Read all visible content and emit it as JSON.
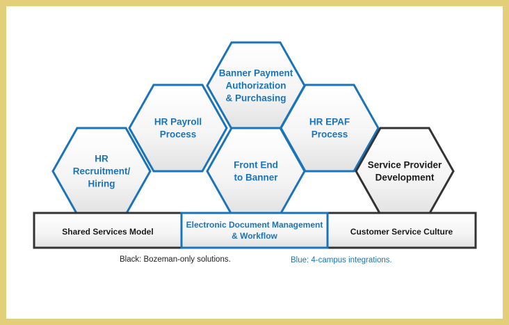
{
  "colors": {
    "blue": "#1b74b9",
    "black": "#333333",
    "text_dark": "#1a1a1a",
    "frame": "#e3cf7a"
  },
  "hexagons": [
    {
      "id": "hr-recruitment",
      "lines": [
        "HR",
        "Recruitment/",
        "Hiring"
      ],
      "type": "blue"
    },
    {
      "id": "hr-payroll",
      "lines": [
        "HR Payroll",
        "Process"
      ],
      "type": "blue"
    },
    {
      "id": "banner-payment",
      "lines": [
        "Banner Payment",
        "Authorization",
        "& Purchasing"
      ],
      "type": "blue"
    },
    {
      "id": "front-end",
      "lines": [
        "Front End",
        "to Banner"
      ],
      "type": "blue"
    },
    {
      "id": "hr-epaf",
      "lines": [
        "HR EPAF",
        "Process"
      ],
      "type": "blue"
    },
    {
      "id": "service-provider",
      "lines": [
        "Service Provider",
        "Development"
      ],
      "type": "black"
    }
  ],
  "bars": [
    {
      "id": "shared-services",
      "lines": [
        "Shared Services Model"
      ],
      "type": "black"
    },
    {
      "id": "edm-workflow",
      "lines": [
        "Electronic Document Management",
        "& Workflow"
      ],
      "type": "blue"
    },
    {
      "id": "customer-service",
      "lines": [
        "Customer Service Culture"
      ],
      "type": "black"
    }
  ],
  "legend": {
    "black": "Black:  Bozeman-only solutions.",
    "blue": "Blue:  4-campus integrations."
  }
}
